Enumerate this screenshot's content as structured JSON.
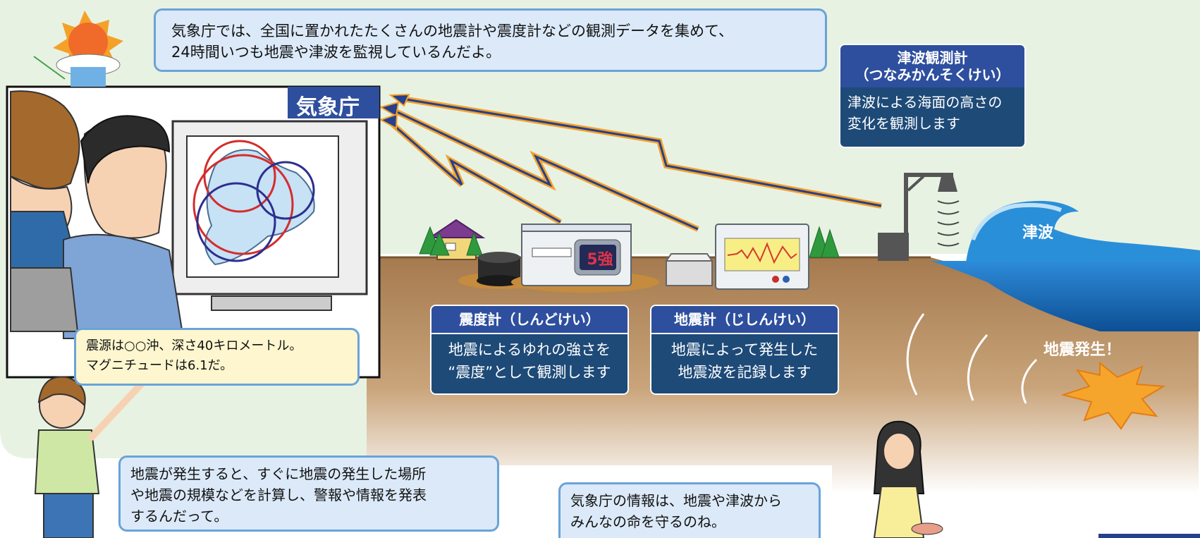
{
  "agency_label": "気象庁",
  "top_bubble": {
    "lines": [
      "気象庁では、全国に置かれたたくさんの地震計や震度計などの観測データを集めて、",
      "24時間いつも地震や津波を監視しているんだよ。"
    ]
  },
  "tsunami_meter": {
    "title_lines": [
      "津波観測計",
      "（つなみかんそくけい）"
    ],
    "desc_lines": [
      "津波による海面の高さの",
      "変化を観測します"
    ]
  },
  "intensity_meter": {
    "title": "震度計（しんどけい）",
    "desc_lines": [
      "地震によるゆれの強さを",
      "“震度”として観測します"
    ],
    "display_value": "5強"
  },
  "seismometer": {
    "title": "地震計（じしんけい）",
    "desc_lines": [
      "地震によって発生した",
      "地震波を記録します"
    ]
  },
  "tsunami_label": "津波",
  "quake_label": "地震発生！",
  "monitor_bubble": {
    "lines": [
      "震源は○○沖、深さ40キロメートル。",
      "マグニチュードは6.1だ。"
    ]
  },
  "boy_bubble": {
    "lines": [
      "地震が発生すると、すぐに地震の発生した場所",
      "や地震の規模などを計算し、警報や情報を発表",
      "するんだって。"
    ]
  },
  "girl_bubble": {
    "lines": [
      "気象庁の情報は、地震や津波から",
      "みんなの命を守るのね。"
    ]
  },
  "colors": {
    "sky": "#e8f2e2",
    "ground": "#b1865a",
    "sea": "#1b6cb4",
    "panel_head": "#2e4f9e",
    "panel_body": "#1e4a78",
    "accent_orange": "#f4a12a"
  }
}
